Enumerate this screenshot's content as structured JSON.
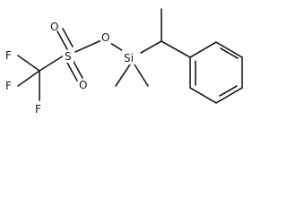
{
  "molecule": {
    "atoms": {
      "f1": "F",
      "f2": "F",
      "f3": "F",
      "s": "S",
      "o1": "O",
      "o2": "O",
      "o3": "O",
      "si": "Si"
    }
  }
}
